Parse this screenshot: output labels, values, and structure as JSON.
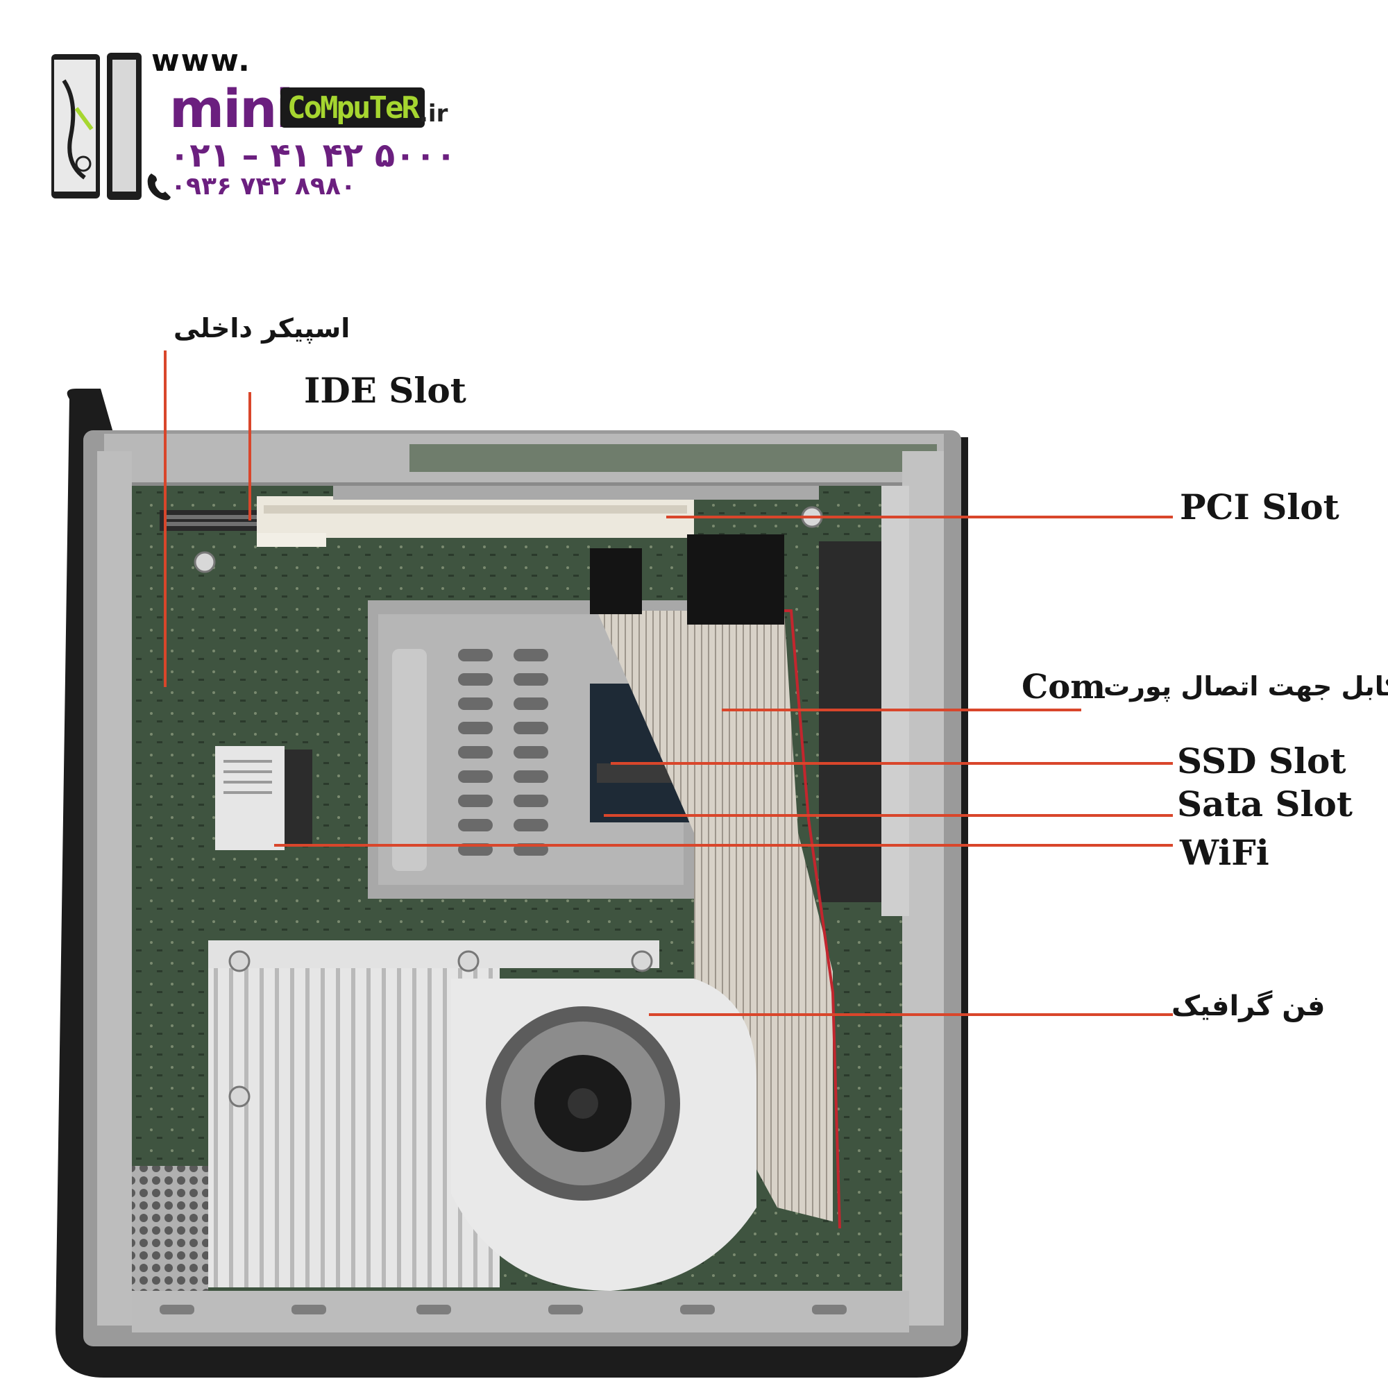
{
  "logo": {
    "www": "www.",
    "mini": "mini",
    "computer": "CoMpuTeR",
    "tld": ".ir",
    "phone_landline": "۰۲۱ – ۴۱ ۴۲ ۵۰۰۰",
    "phone_mobile": "۰۹۳۶ ۷۴۲ ۸۹۸۰",
    "icon": "phone-icon"
  },
  "labels": {
    "speaker": "اسپیکر داخلی",
    "ide_slot": "IDE Slot",
    "pci_slot": "PCI Slot",
    "com_en": "Com",
    "com_fa": "کابل جهت اتصال پورت",
    "ssd_slot": "SSD Slot",
    "sata_slot": "Sata Slot",
    "wifi": "WiFi",
    "fan": "فن گرافیک"
  },
  "colors": {
    "leader_line": "#d9462b",
    "logo_purple": "#6b1f7f",
    "logo_green": "#a6d630"
  }
}
